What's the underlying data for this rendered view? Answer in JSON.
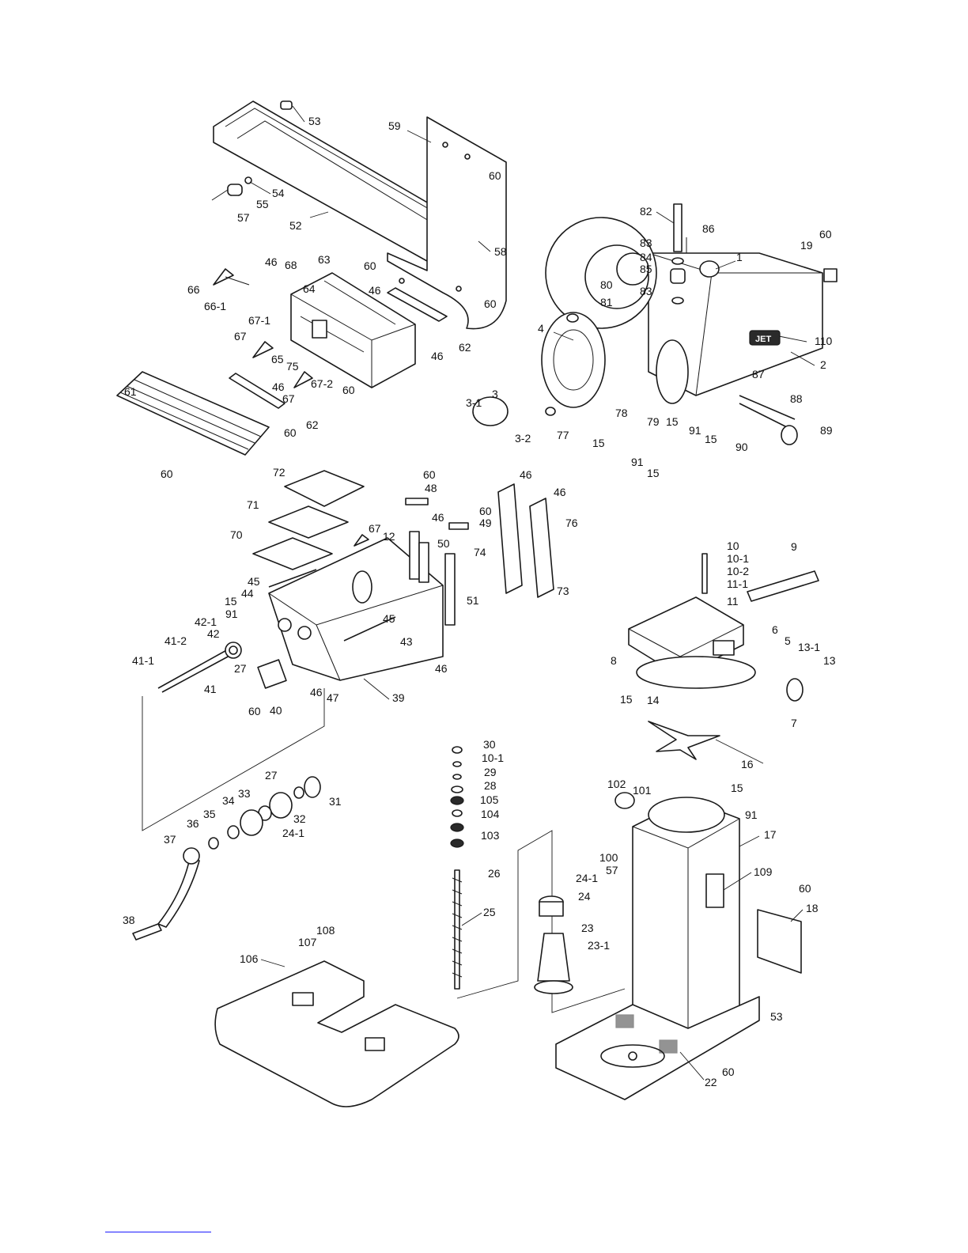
{
  "diagram": {
    "brand_plate_text": "JET",
    "labels": {
      "l_53a": "53",
      "l_59": "59",
      "l_60a": "60",
      "l_54": "54",
      "l_55": "55",
      "l_57a": "57",
      "l_52": "52",
      "l_58": "58",
      "l_46a": "46",
      "l_68": "68",
      "l_63": "63",
      "l_60b": "60",
      "l_46b": "46",
      "l_60c": "60",
      "l_66": "66",
      "l_66_1": "66-1",
      "l_64": "64",
      "l_67_1": "67-1",
      "l_67a": "67",
      "l_65": "65",
      "l_75": "75",
      "l_67_2": "67-2",
      "l_60d": "60",
      "l_46c": "46",
      "l_62a": "62",
      "l_46d": "46",
      "l_67b": "67",
      "l_61": "61",
      "l_62b": "62",
      "l_60e": "60",
      "l_60f": "60",
      "l_82": "82",
      "l_86": "86",
      "l_60g": "60",
      "l_19": "19",
      "l_83a": "83",
      "l_84": "84",
      "l_85": "85",
      "l_1": "1",
      "l_83b": "83",
      "l_80": "80",
      "l_81": "81",
      "l_4": "4",
      "l_110": "110",
      "l_2": "2",
      "l_87": "87",
      "l_88": "88",
      "l_3": "3",
      "l_3_1": "3-1",
      "l_78": "78",
      "l_79": "79",
      "l_15a": "15",
      "l_77": "77",
      "l_15b": "15",
      "l_3_2": "3-2",
      "l_91a": "91",
      "l_15c": "15",
      "l_90": "90",
      "l_89": "89",
      "l_91b": "91",
      "l_15d": "15",
      "l_72": "72",
      "l_60h": "60",
      "l_48": "48",
      "l_46e": "46",
      "l_46f": "46",
      "l_71": "71",
      "l_46g": "46",
      "l_60i": "60",
      "l_49": "49",
      "l_76": "76",
      "l_70": "70",
      "l_67c": "67",
      "l_12": "12",
      "l_50": "50",
      "l_74": "74",
      "l_73": "73",
      "l_45a": "45",
      "l_44": "44",
      "l_15e": "15",
      "l_91c": "91",
      "l_51": "51",
      "l_42_1": "42-1",
      "l_42": "42",
      "l_45b": "45",
      "l_43": "43",
      "l_41_2": "41-2",
      "l_41_1": "41-1",
      "l_27a": "27",
      "l_41": "41",
      "l_46h": "46",
      "l_46i": "46",
      "l_47": "47",
      "l_39": "39",
      "l_60j": "60",
      "l_40": "40",
      "l_10": "10",
      "l_10_1a": "10-1",
      "l_10_2": "10-2",
      "l_11_1": "11-1",
      "l_11": "11",
      "l_9": "9",
      "l_6": "6",
      "l_5": "5",
      "l_13_1": "13-1",
      "l_13": "13",
      "l_8": "8",
      "l_15f": "15",
      "l_14": "14",
      "l_7": "7",
      "l_16": "16",
      "l_30": "30",
      "l_10_1b": "10-1",
      "l_29": "29",
      "l_28": "28",
      "l_105": "105",
      "l_104": "104",
      "l_103": "103",
      "l_26": "26",
      "l_25": "25",
      "l_27b": "27",
      "l_31": "31",
      "l_33": "33",
      "l_34": "34",
      "l_32": "32",
      "l_35": "35",
      "l_24_1a": "24-1",
      "l_36": "36",
      "l_37": "37",
      "l_38": "38",
      "l_102": "102",
      "l_101": "101",
      "l_15g": "15",
      "l_91d": "91",
      "l_17": "17",
      "l_100": "100",
      "l_57b": "57",
      "l_109": "109",
      "l_24_1b": "24-1",
      "l_24": "24",
      "l_60k": "60",
      "l_18": "18",
      "l_23": "23",
      "l_23_1": "23-1",
      "l_53b": "53",
      "l_108": "108",
      "l_107": "107",
      "l_106": "106",
      "l_22": "22",
      "l_60l": "60"
    }
  }
}
